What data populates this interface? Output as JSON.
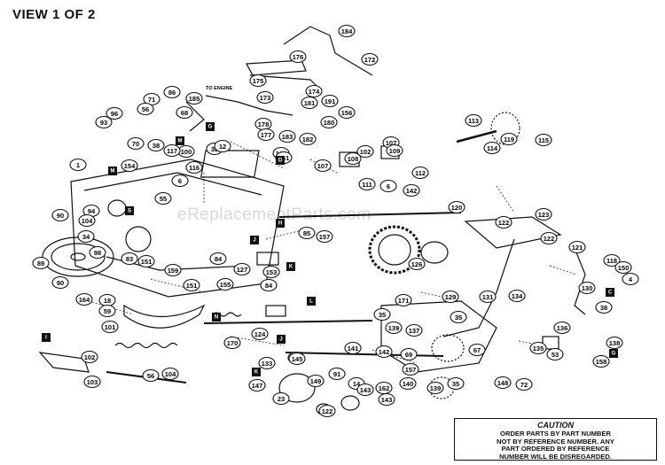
{
  "title": "VIEW 1 OF 2",
  "watermark": "eReplacementParts.com",
  "engine_note": "TO ENGINE",
  "caution": {
    "heading": "CAUTION",
    "lines": [
      "ORDER PARTS BY PART NUMBER",
      "NOT BY REFERENCE NUMBER. ANY",
      "PART ORDERED BY REFERENCE",
      "NUMBER WILL BE DISREGARDED."
    ]
  },
  "callouts": [
    "184",
    "176",
    "172",
    "175",
    "86",
    "174",
    "173",
    "181",
    "191",
    "71",
    "56",
    "96",
    "93",
    "185",
    "178",
    "177",
    "183",
    "182",
    "180",
    "156",
    "70",
    "38",
    "68",
    "100",
    "38",
    "117",
    "12",
    "113",
    "119",
    "115",
    "114",
    "107",
    "102",
    "109",
    "163",
    "1",
    "154",
    "116",
    "6",
    "107",
    "108",
    "111",
    "6",
    "142",
    "112",
    "90",
    "55",
    "161",
    "120",
    "122",
    "123",
    "94",
    "104",
    "34",
    "85",
    "157",
    "126",
    "98",
    "83",
    "151",
    "84",
    "127",
    "153",
    "89",
    "90",
    "84",
    "159",
    "151",
    "155",
    "122",
    "121",
    "118",
    "4",
    "150",
    "164",
    "18",
    "59",
    "171",
    "129",
    "130",
    "38",
    "101",
    "170",
    "145",
    "35",
    "139",
    "137",
    "35",
    "131",
    "134",
    "136",
    "124",
    "141",
    "142",
    "157",
    "67",
    "69",
    "135",
    "53",
    "138",
    "158",
    "102",
    "103",
    "56",
    "104",
    "133",
    "147",
    "145",
    "149",
    "91",
    "14",
    "143",
    "162",
    "140",
    "139",
    "35",
    "148",
    "72",
    "23",
    "122",
    "143"
  ],
  "markers": [
    "M",
    "G",
    "M",
    "S",
    "J",
    "K",
    "N",
    "L",
    "J",
    "K",
    "I",
    "H",
    "C",
    "G",
    "D"
  ]
}
